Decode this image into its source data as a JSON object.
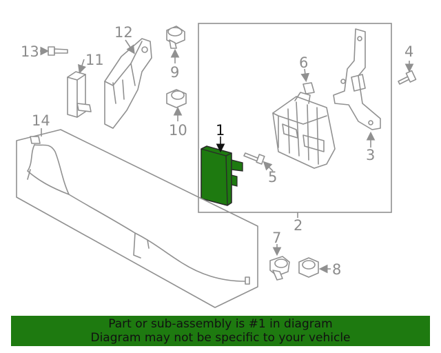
{
  "diagram": {
    "callouts": {
      "c1": "1",
      "c2": "2",
      "c3": "3",
      "c4": "4",
      "c5": "5",
      "c6": "6",
      "c7": "7",
      "c8": "8",
      "c9": "9",
      "c10": "10",
      "c11": "11",
      "c12": "12",
      "c13": "13",
      "c14": "14"
    },
    "highlight_color": "#1e7a10",
    "line_color": "#909090"
  },
  "banner": {
    "line1": "Part or sub-assembly is #1 in diagram",
    "line2": "Diagram may not be specific to your vehicle"
  }
}
